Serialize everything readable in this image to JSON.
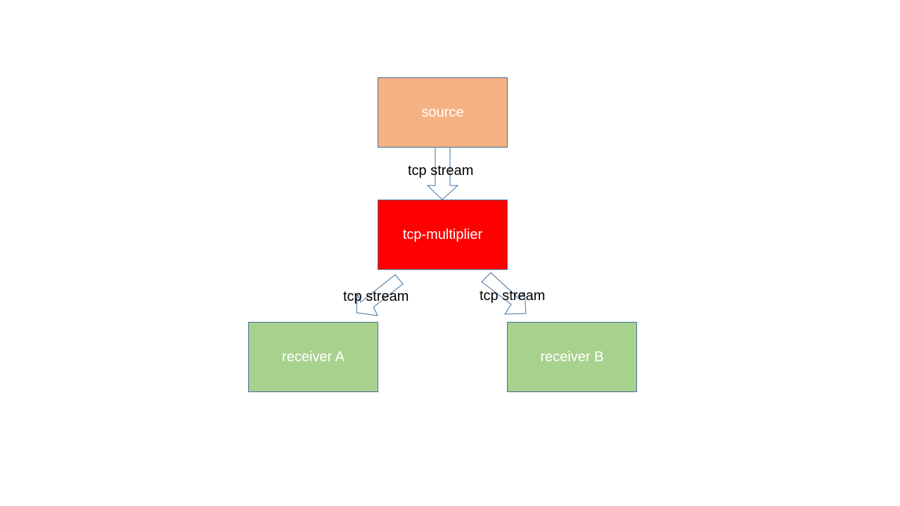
{
  "diagram": {
    "nodes": {
      "source": {
        "label": "source",
        "fill": "#F4B183"
      },
      "multiplier": {
        "label": "tcp-multiplier",
        "fill": "#FF0000"
      },
      "receiver_a": {
        "label": "receiver A",
        "fill": "#A9D18E"
      },
      "receiver_b": {
        "label": "receiver B",
        "fill": "#A9D18E"
      }
    },
    "edges": [
      {
        "from": "source",
        "to": "multiplier",
        "label": "tcp stream"
      },
      {
        "from": "multiplier",
        "to": "receiver_a",
        "label": "tcp stream"
      },
      {
        "from": "multiplier",
        "to": "receiver_b",
        "label": "tcp stream"
      }
    ],
    "colors": {
      "border": "#41719C",
      "arrow_fill": "#FFFFFF",
      "node_text": "#FFFFFF",
      "edge_label_text": "#000000"
    },
    "icons": [
      "block-arrow-down",
      "block-arrow-down-left",
      "block-arrow-down-right"
    ]
  }
}
